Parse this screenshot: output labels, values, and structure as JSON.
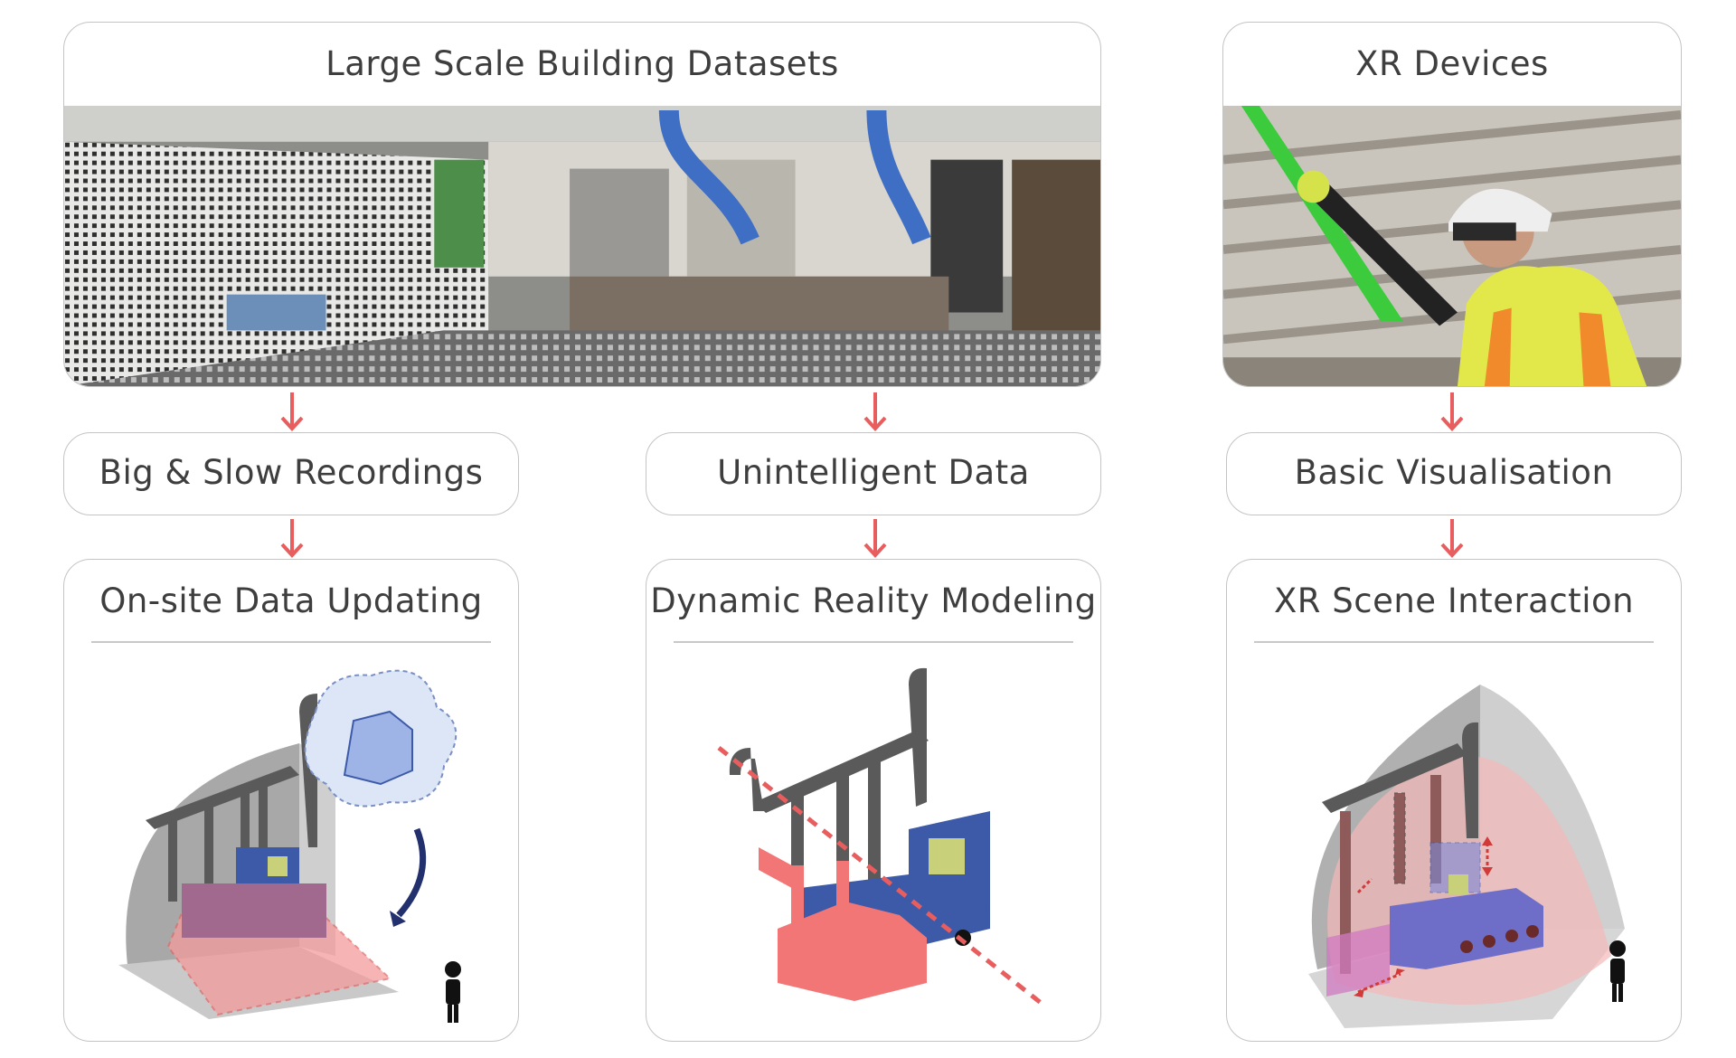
{
  "top": {
    "datasets": {
      "title": "Large Scale Building Datasets"
    },
    "xr_devices": {
      "title": "XR Devices"
    }
  },
  "middle": {
    "recordings": "Big & Slow Recordings",
    "unintelligent": "Unintelligent Data",
    "visualisation": "Basic Visualisation"
  },
  "bottom": {
    "updating": "On-site Data Updating",
    "modeling": "Dynamic Reality Modeling",
    "interaction": "XR Scene Interaction"
  },
  "colors": {
    "arrow": "#e85d5d",
    "machine_blue": "#3d5aa8",
    "machine_red": "#f27676",
    "pipe": "#5a5a5a",
    "wall": "#a8a8a8"
  }
}
